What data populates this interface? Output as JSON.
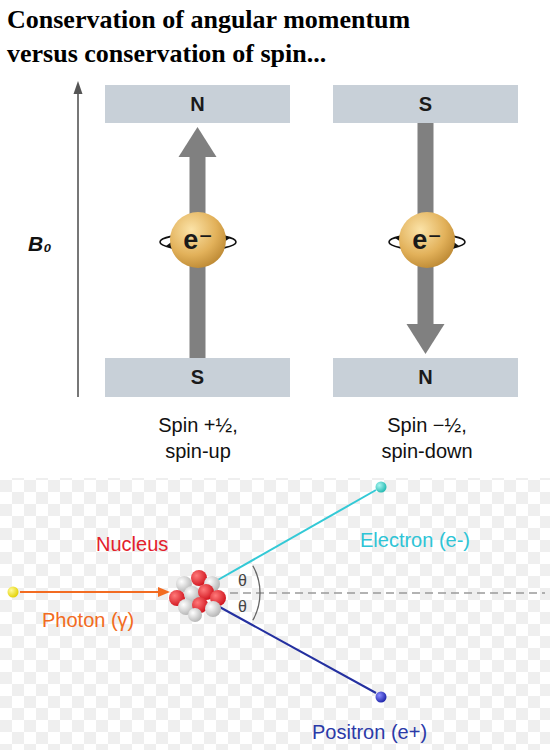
{
  "diagram": {
    "title": "Conservation of angular momentum versus conservation of spin...",
    "nodes": [
      {
        "text": [
          "N"
        ]
      },
      {
        "text": [
          "S"
        ]
      },
      {
        "text": [
          "e⁻"
        ]
      },
      {
        "text": [
          "e⁻"
        ]
      },
      {
        "text": [
          "S"
        ]
      },
      {
        "text": [
          "N"
        ]
      }
    ],
    "edges": [
      {
        "from": 4,
        "to": 0,
        "arrow": "to"
      },
      {
        "from": 1,
        "to": 5,
        "arrow": "to"
      }
    ],
    "labels": [
      "B₀",
      "Spin +½, spin-up",
      "Spin −½, spin-down",
      "Nucleus",
      "Electron (e-)",
      "θ",
      "θ",
      "Photon (γ)",
      "Positron (e+)"
    ]
  }
}
